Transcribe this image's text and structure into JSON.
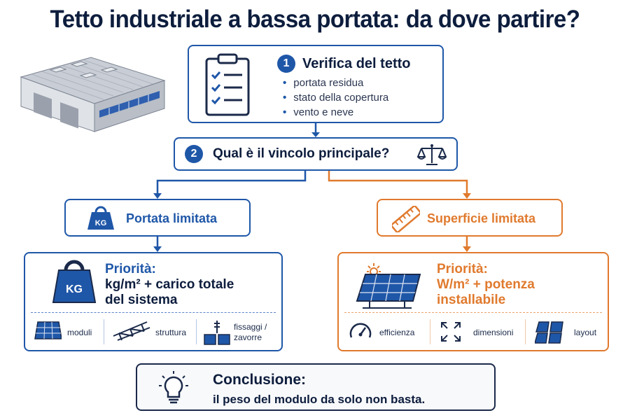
{
  "title": "Tetto industriale a bassa portata: da dove partire?",
  "step1": {
    "number": "1",
    "title": "Verifica del tetto",
    "bullets": [
      "portata residua",
      "stato della copertura",
      "vento e neve"
    ]
  },
  "step2": {
    "number": "2",
    "question": "Qual è il vincolo principale?"
  },
  "left_branch": {
    "label": "Portata limitata",
    "badge": "KG",
    "priority_label": "Priorità:",
    "priority_line1": "kg/m² + carico totale",
    "priority_line2": "del sistema",
    "items": [
      "moduli",
      "struttura",
      "fissaggi /",
      "zavorre"
    ]
  },
  "right_branch": {
    "label": "Superficie limitata",
    "priority_label": "Priorità:",
    "priority_line1": "W/m² + potenza",
    "priority_line2": "installabile",
    "items": [
      "efficienza",
      "dimensioni",
      "layout"
    ]
  },
  "conclusion": {
    "heading": "Conclusione:",
    "text": "il peso del modulo da solo non basta."
  },
  "colors": {
    "blue": "#1f57a8",
    "orange": "#e07a2e",
    "navy": "#0d1d3d"
  },
  "icons": [
    "warehouse-icon",
    "clipboard-checklist-icon",
    "scales-icon",
    "weight-icon",
    "ruler-icon",
    "solar-panel-icon",
    "sun-icon",
    "truss-structure-icon",
    "anchor-ballast-icon",
    "gauge-icon",
    "expand-arrows-icon",
    "panels-layout-icon",
    "lightbulb-icon"
  ]
}
